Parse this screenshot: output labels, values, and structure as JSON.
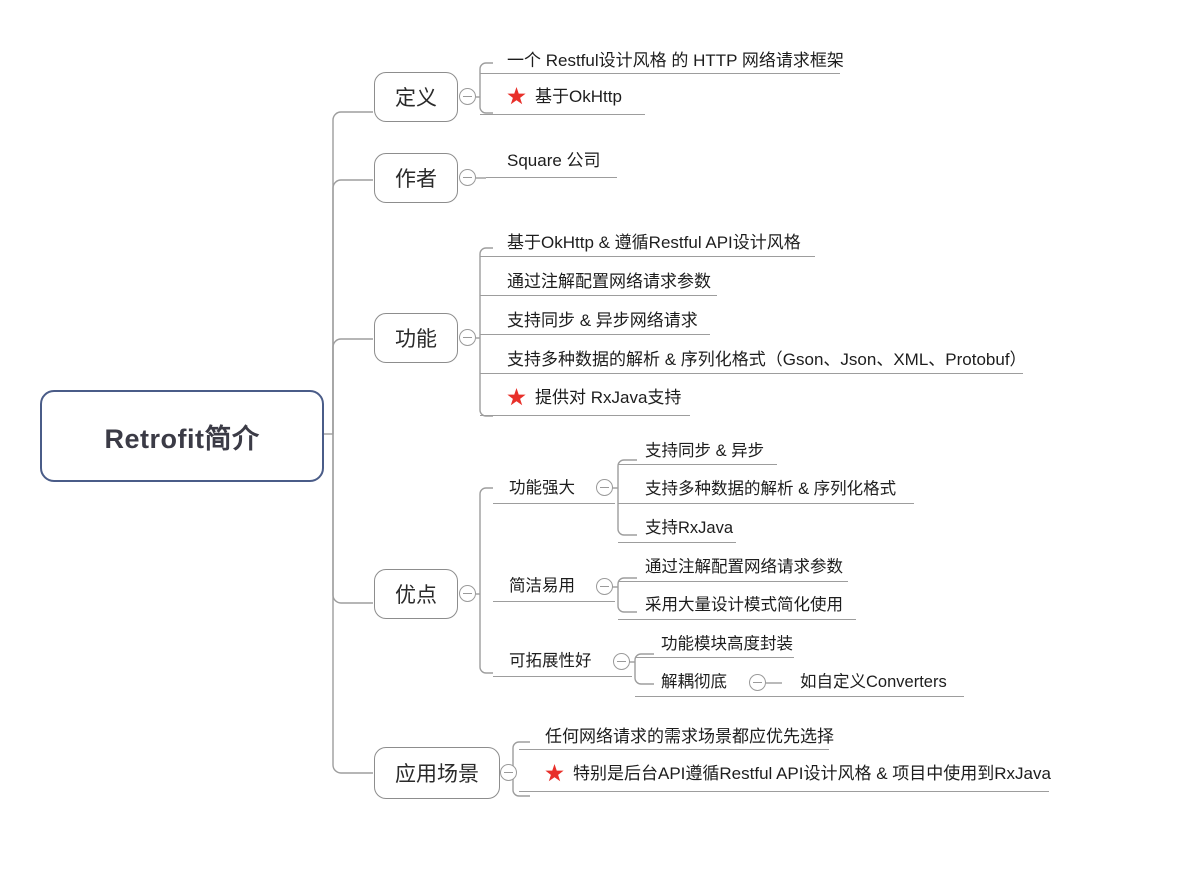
{
  "root": {
    "label": "Retrofit简介",
    "border_color": "#4a5c88"
  },
  "colors": {
    "line": "#9d9d9d",
    "node_border": "#8d8d8d",
    "star": "#e8302a",
    "text": "#1d1d1d"
  },
  "toggle": {
    "icon": "minus-circle-icon",
    "state": "expanded"
  },
  "branches": [
    {
      "label": "定义",
      "items": [
        {
          "text": "一个 Restful设计风格 的 HTTP 网络请求框架",
          "starred": false
        },
        {
          "text": "基于OkHttp",
          "starred": true
        }
      ]
    },
    {
      "label": "作者",
      "items": [
        {
          "text": "Square 公司",
          "starred": false
        }
      ]
    },
    {
      "label": "功能",
      "items": [
        {
          "text": "基于OkHttp & 遵循Restful API设计风格",
          "starred": false
        },
        {
          "text": "通过注解配置网络请求参数",
          "starred": false
        },
        {
          "text": "支持同步 & 异步网络请求",
          "starred": false
        },
        {
          "text": "支持多种数据的解析 & 序列化格式（Gson、Json、XML、Protobuf）",
          "starred": false
        },
        {
          "text": "提供对 RxJava支持",
          "starred": true
        }
      ]
    },
    {
      "label": "优点",
      "subnodes": [
        {
          "label": "功能强大",
          "items": [
            {
              "text": "支持同步 & 异步",
              "starred": false
            },
            {
              "text": "支持多种数据的解析 & 序列化格式",
              "starred": false
            },
            {
              "text": "支持RxJava",
              "starred": false
            }
          ]
        },
        {
          "label": "简洁易用",
          "items": [
            {
              "text": "通过注解配置网络请求参数",
              "starred": false
            },
            {
              "text": "采用大量设计模式简化使用",
              "starred": false
            }
          ]
        },
        {
          "label": "可拓展性好",
          "items": [
            {
              "text": "功能模块高度封装",
              "starred": false
            },
            {
              "text": "解耦彻底",
              "starred": false,
              "child": "如自定义Converters"
            }
          ]
        }
      ]
    },
    {
      "label": "应用场景",
      "items": [
        {
          "text": "任何网络请求的需求场景都应优先选择",
          "starred": false
        },
        {
          "text": "特别是后台API遵循Restful API设计风格 & 项目中使用到RxJava",
          "starred": true
        }
      ]
    }
  ]
}
